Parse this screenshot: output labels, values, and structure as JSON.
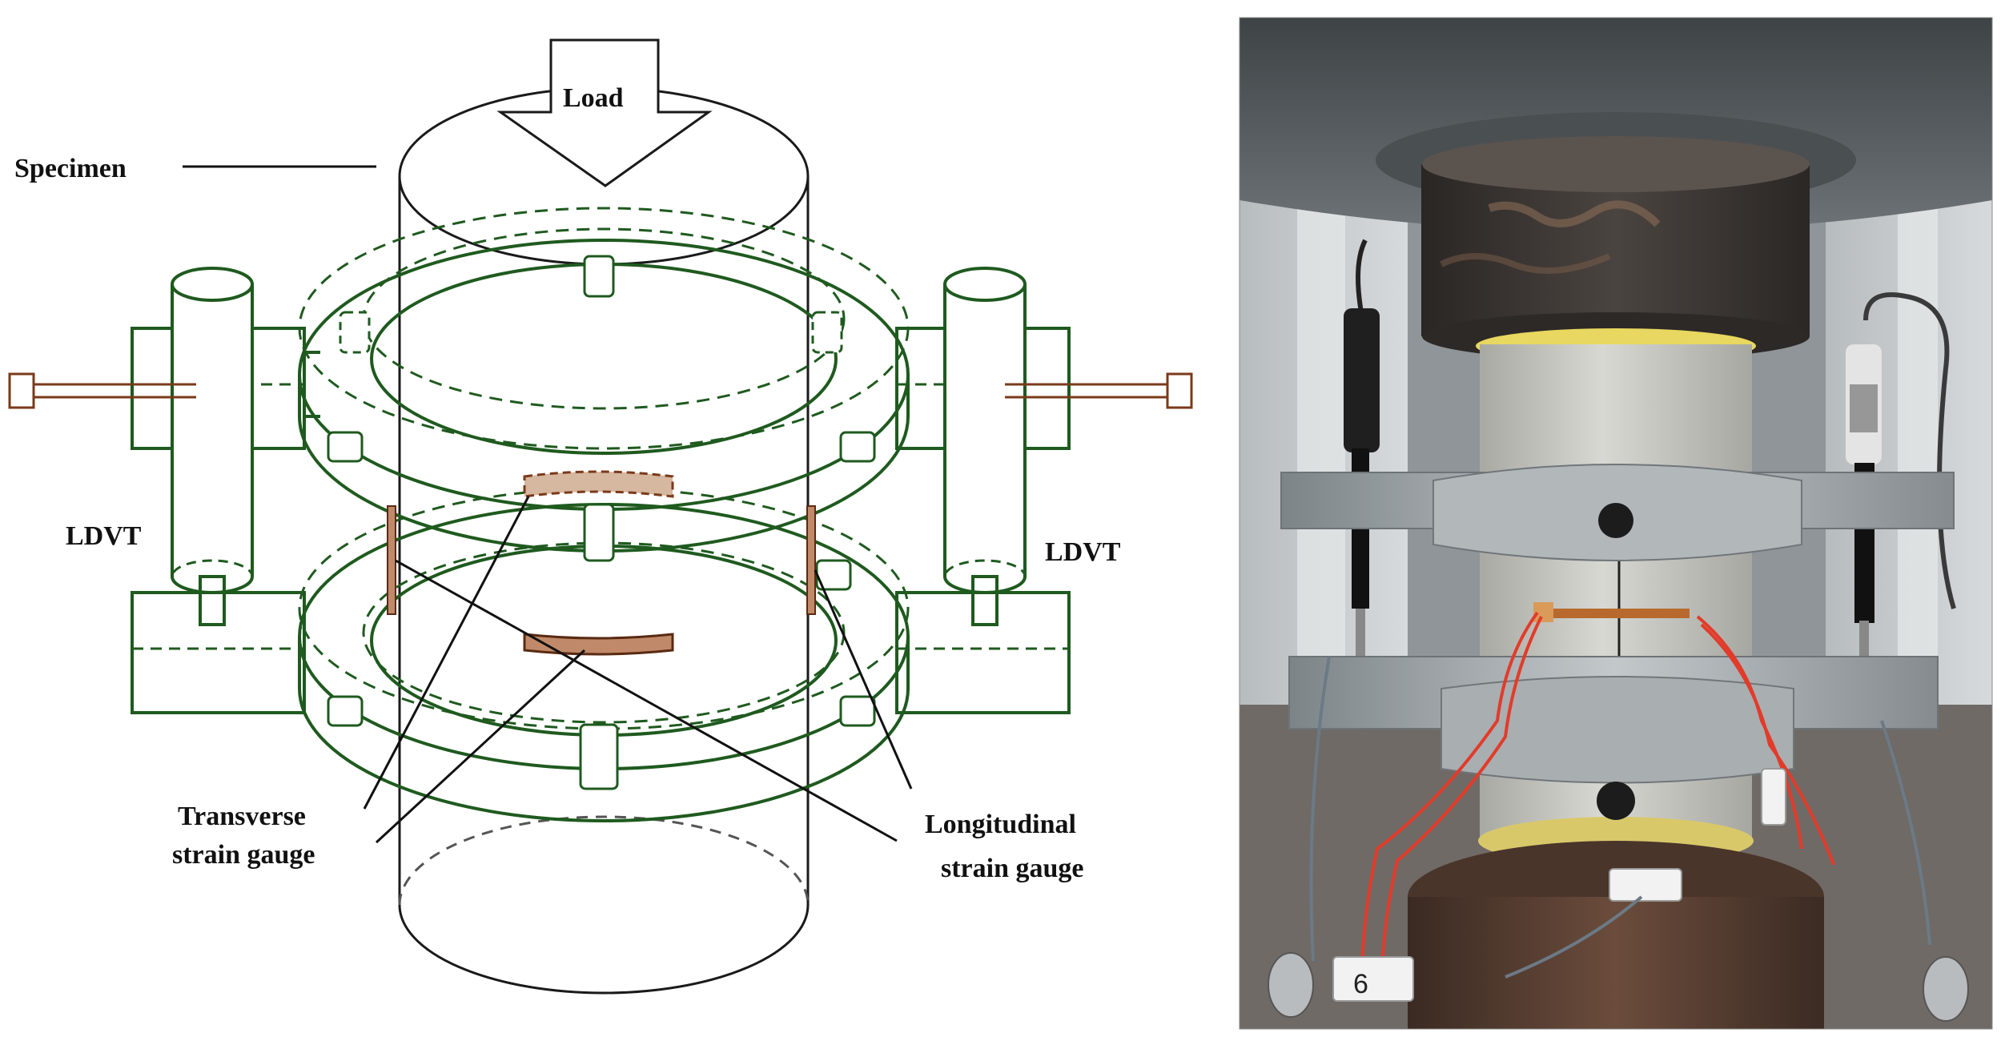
{
  "labels": {
    "load": "Load",
    "specimen": "Specimen",
    "ldvt_left": "LDVT",
    "ldvt_right": "LDVT",
    "transverse_line1": "Transverse",
    "transverse_line2": "strain gauge",
    "longitudinal_line1": "Longitudinal",
    "longitudinal_line2": "strain gauge"
  },
  "photo": {
    "tag_number": "6"
  },
  "colors": {
    "outline": "#1a1a1a",
    "ring": "#1f5a1f",
    "gauge": "#7a3a1a",
    "photo_steel": "#9aa0a3",
    "photo_concrete": "#c9c9c4",
    "photo_cap": "#3a3633",
    "wire_red": "#e23b2a"
  }
}
